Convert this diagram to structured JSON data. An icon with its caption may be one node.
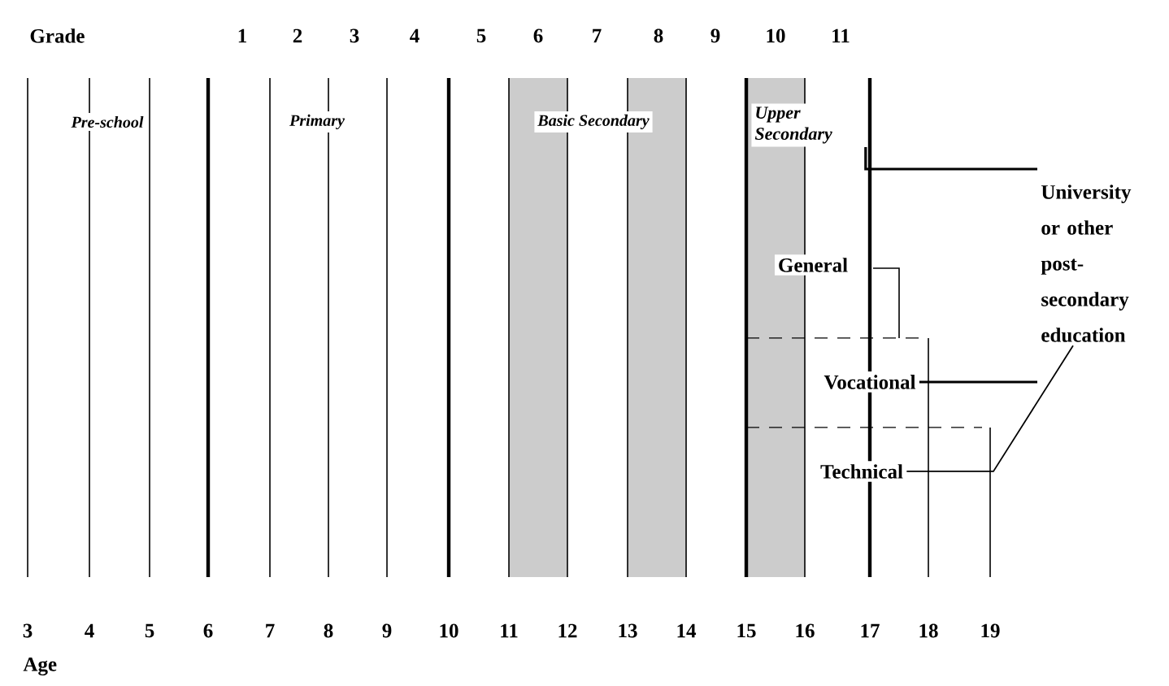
{
  "diagram": {
    "nodes": [
      {
        "text": [
          "Upper Secondary"
        ]
      },
      {
        "text": [
          "General"
        ]
      },
      {
        "text": [
          "Vocational"
        ]
      },
      {
        "text": [
          "Technical"
        ]
      },
      {
        "text": [
          "University or other post-secondary education"
        ]
      }
    ],
    "edges": [
      {
        "from": 0,
        "to": 4,
        "arrow": "none"
      },
      {
        "from": 2,
        "to": 4,
        "arrow": "none"
      },
      {
        "from": 3,
        "to": 4,
        "arrow": "none"
      }
    ],
    "labels": [
      "Grade",
      "1",
      "2",
      "3",
      "4",
      "5",
      "6",
      "7",
      "8",
      "9",
      "10",
      "11",
      "Pre-school",
      "Primary",
      "Basic Secondary",
      "3",
      "4",
      "5",
      "6",
      "7",
      "8",
      "9",
      "10",
      "11",
      "12",
      "13",
      "14",
      "15",
      "16",
      "17",
      "18",
      "19",
      "Age"
    ]
  }
}
